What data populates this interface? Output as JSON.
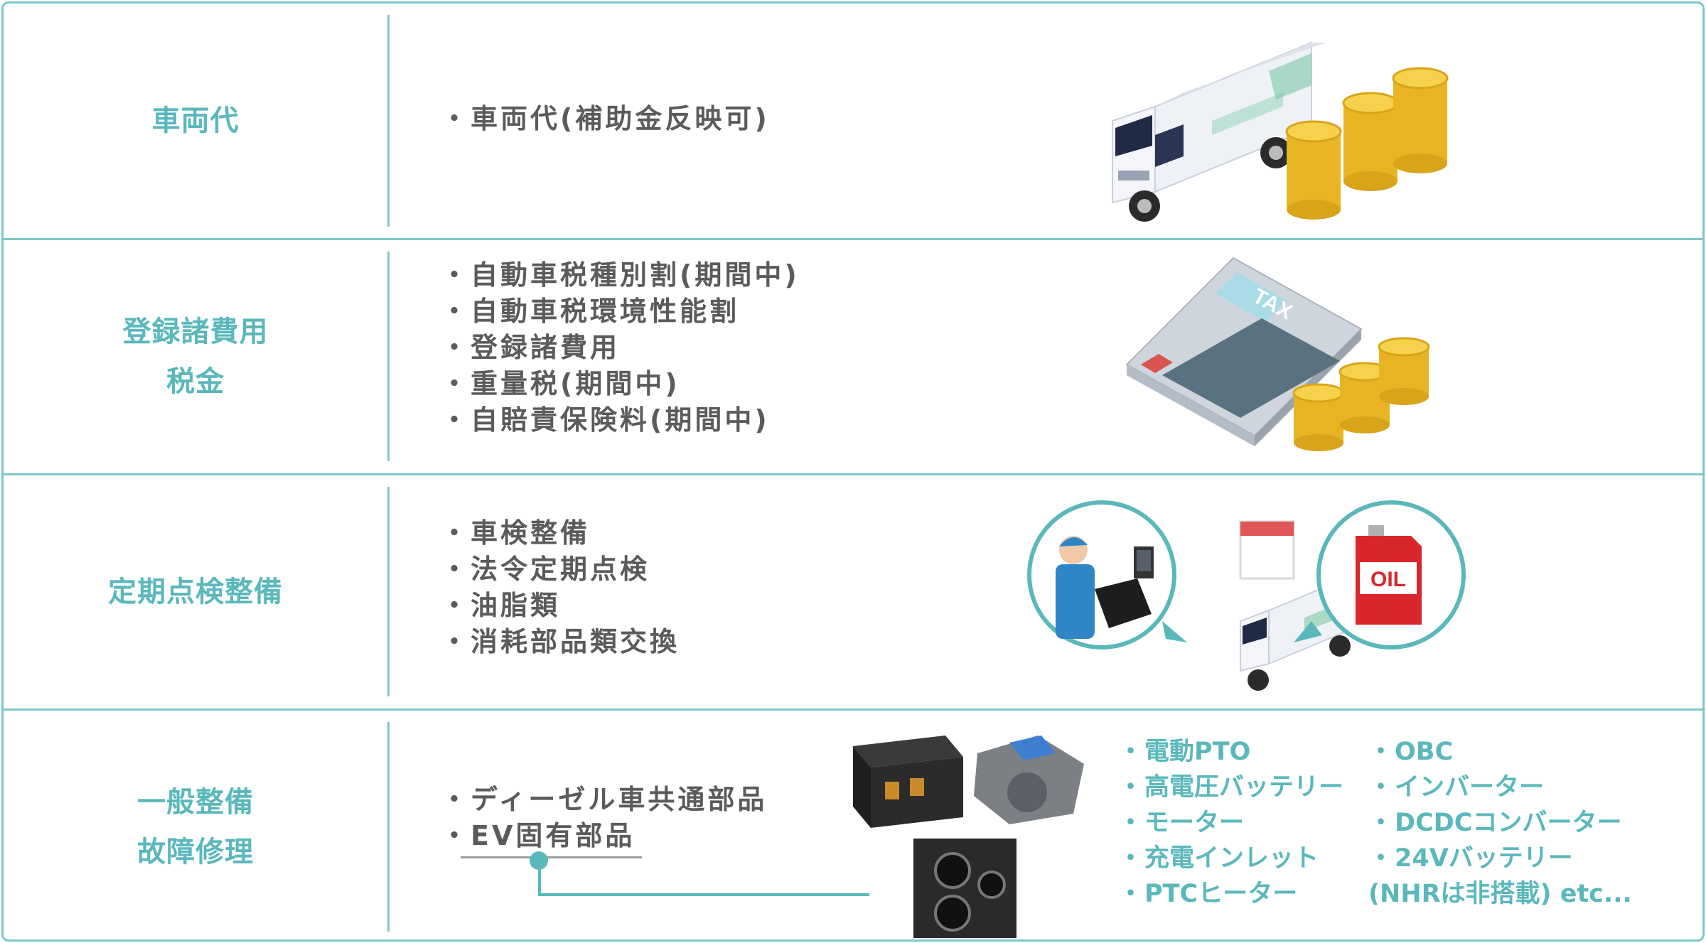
{
  "rows": [
    {
      "label": [
        "車両代"
      ],
      "items": [
        "車両代(補助金反映可)"
      ]
    },
    {
      "label": [
        "登録諸費用",
        "税金"
      ],
      "items": [
        "自動車税種別割(期間中)",
        "自動車税環境性能割",
        "登録諸費用",
        "重量税(期間中)",
        "自賠責保険料(期間中)"
      ]
    },
    {
      "label": [
        "定期点検整備"
      ],
      "items": [
        "車検整備",
        "法令定期点検",
        "油脂類",
        "消耗部品類交換"
      ]
    },
    {
      "label": [
        "一般整備",
        "故障修理"
      ],
      "items": [
        "ディーゼル車共通部品",
        "EV固有部品"
      ]
    }
  ],
  "ev_parts": {
    "col1": [
      "電動PTO",
      "高電圧バッテリー",
      "モーター",
      "充電インレット",
      "PTCヒーター"
    ],
    "col2": [
      "OBC",
      "インバーター",
      "DCDCコンバーター",
      "24Vバッテリー"
    ],
    "note": "(NHRは非搭載)  etc..."
  },
  "illustrations": {
    "calculator_screen": "TAX",
    "oil_can": "OIL"
  },
  "colors": {
    "accent": "#5ab8bc",
    "border": "#7cc8c8",
    "text": "#5b5b5b",
    "coin": "#f2c430"
  }
}
